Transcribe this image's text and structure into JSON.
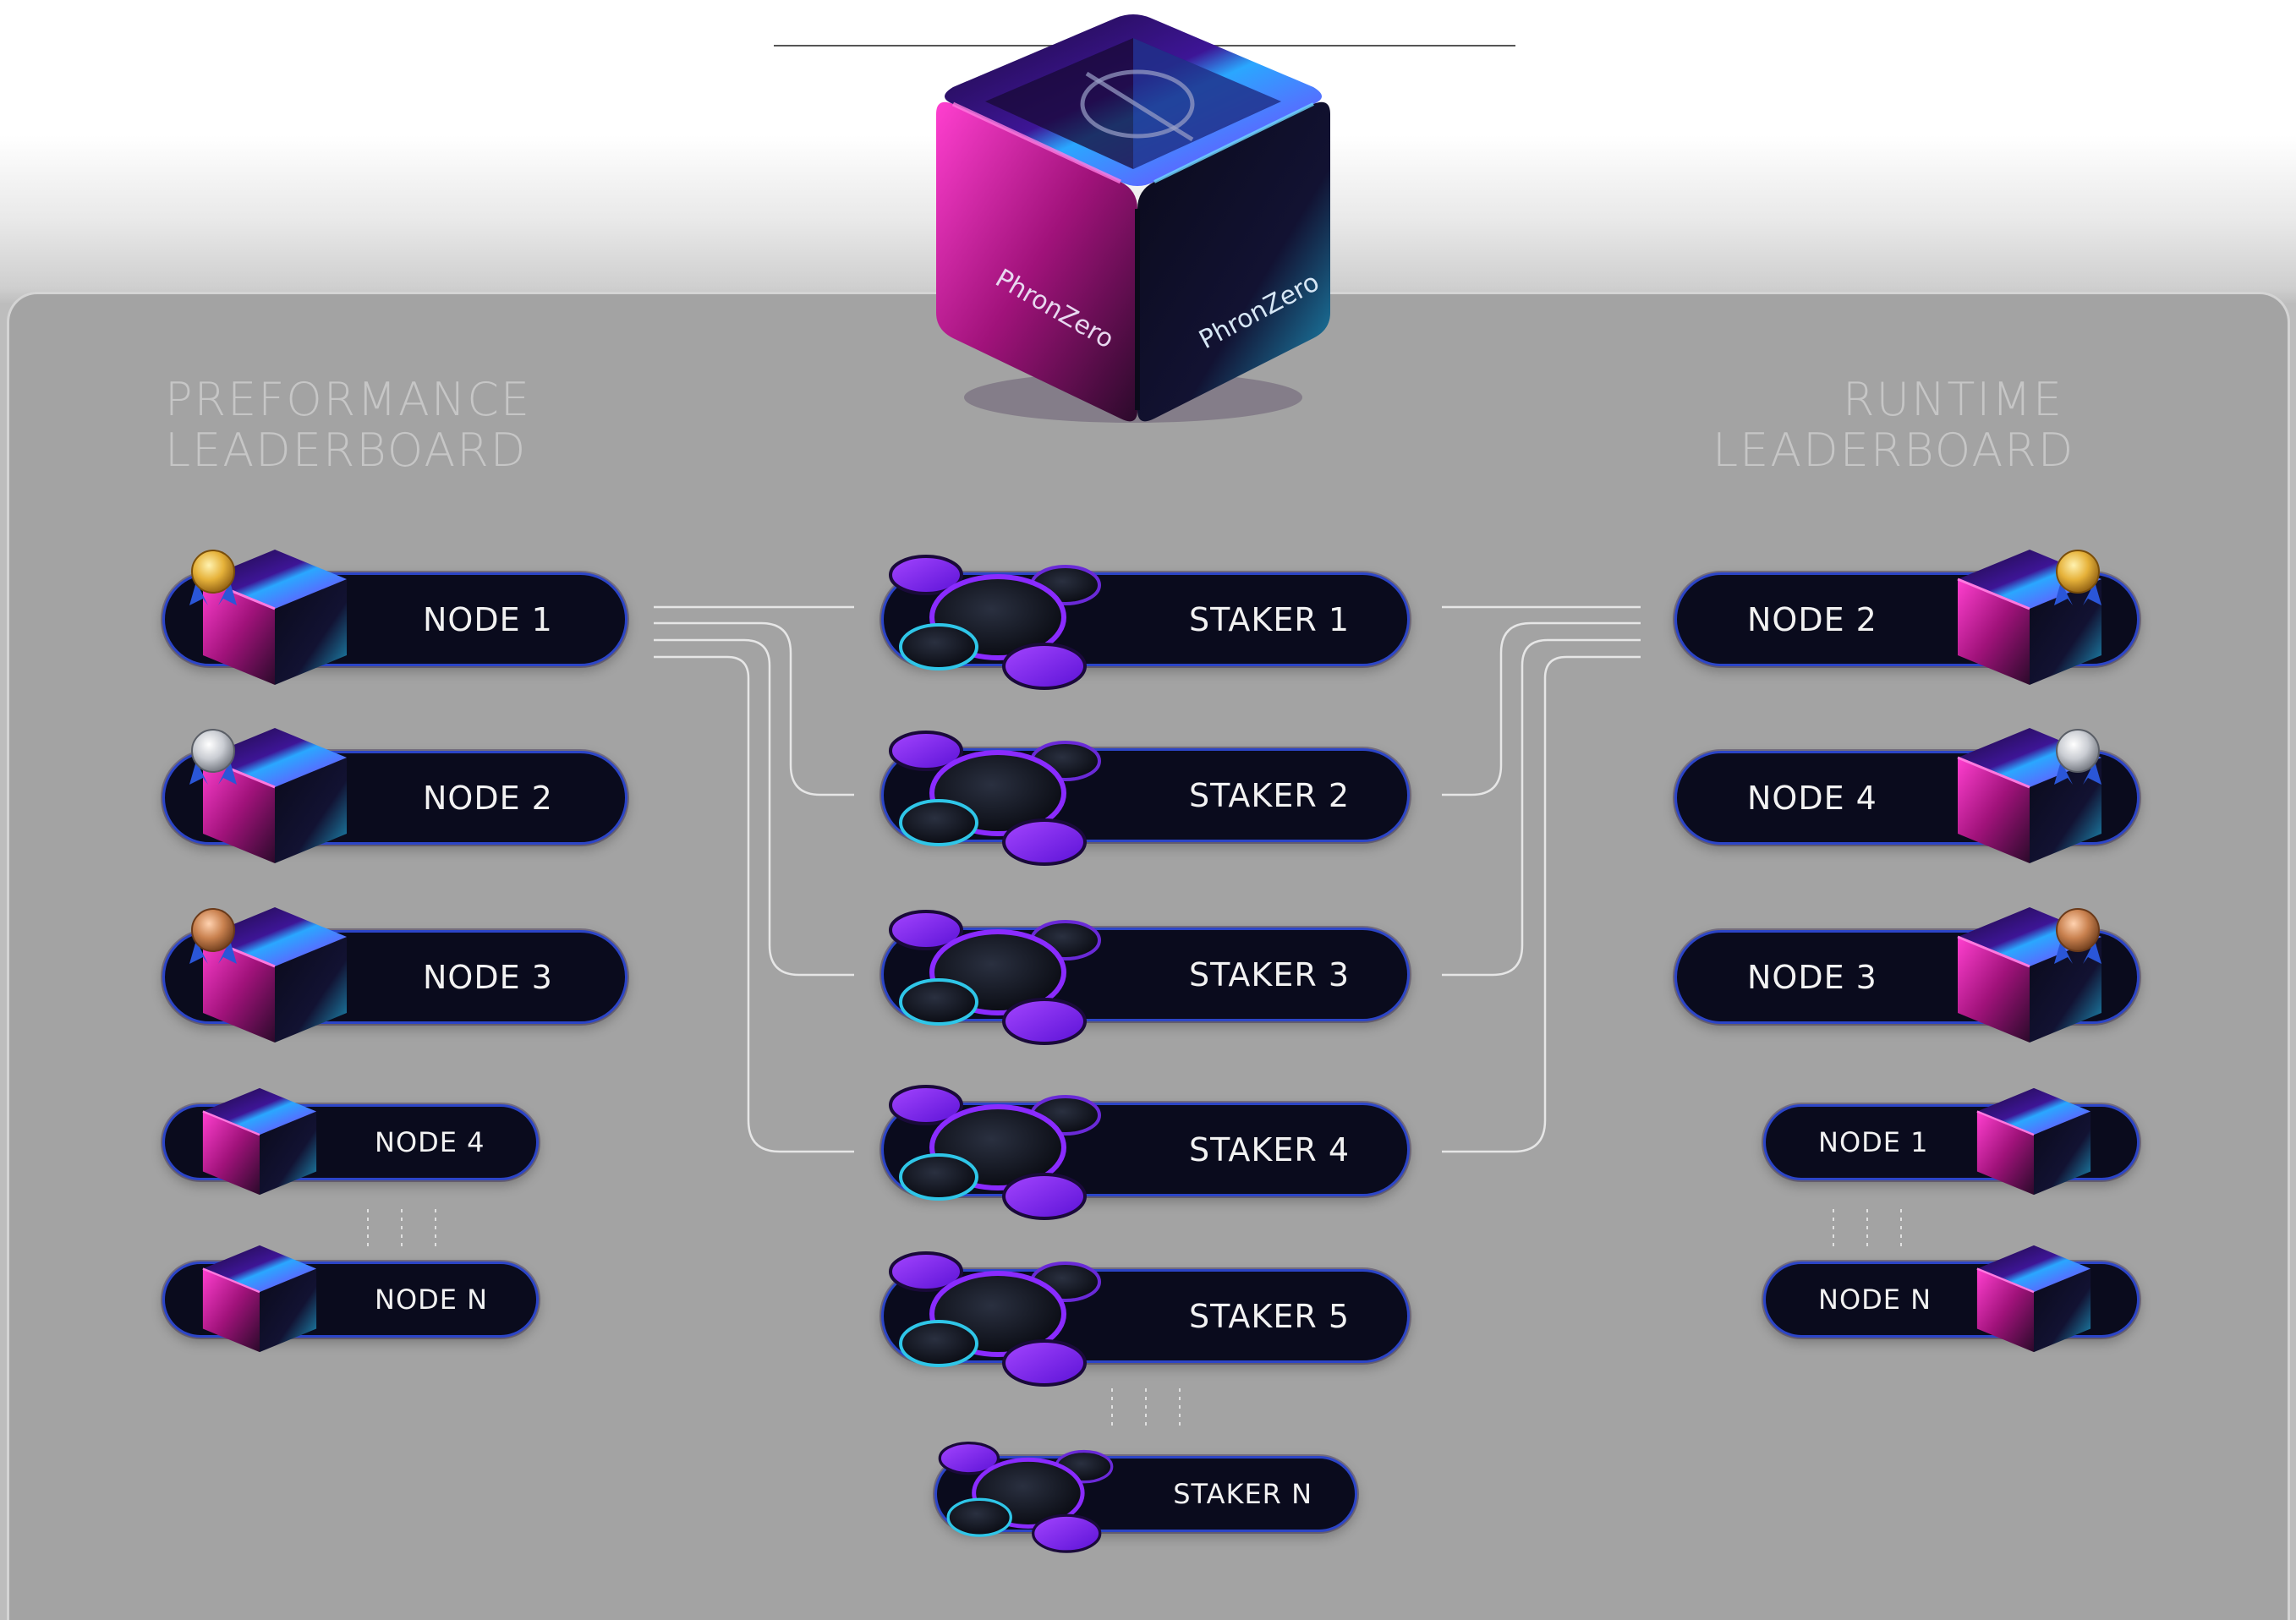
{
  "hero": {
    "brand_left": "PhronZero",
    "brand_right": "PhronZero"
  },
  "performance_leaderboard": {
    "title_line1": "PREFORMANCE",
    "title_line2": "LEADERBOARD",
    "nodes": [
      {
        "label": "NODE 1",
        "medal": "gold"
      },
      {
        "label": "NODE 2",
        "medal": "silver"
      },
      {
        "label": "NODE 3",
        "medal": "bronze"
      },
      {
        "label": "NODE 4"
      },
      {
        "label": "NODE N"
      }
    ]
  },
  "stakers": [
    {
      "label": "STAKER 1"
    },
    {
      "label": "STAKER 2"
    },
    {
      "label": "STAKER 3"
    },
    {
      "label": "STAKER 4"
    },
    {
      "label": "STAKER 5"
    },
    {
      "label": "STAKER N"
    }
  ],
  "runtime_leaderboard": {
    "title_line1": "RUNTIME",
    "title_line2": "LEADERBOARD",
    "nodes": [
      {
        "label": "NODE 2",
        "medal": "gold"
      },
      {
        "label": "NODE 4",
        "medal": "silver"
      },
      {
        "label": "NODE 3",
        "medal": "bronze"
      },
      {
        "label": "NODE 1"
      },
      {
        "label": "NODE N"
      }
    ]
  },
  "colors": {
    "panel": "#a3a3a3",
    "pill": "#0a0b1d",
    "pill_border": "#2c45c7",
    "heading": "#c6c6c6",
    "magenta": "#c0199a",
    "purple": "#7a2cf0",
    "cyan": "#2fc6e8",
    "gold": "#e6b23a",
    "silver": "#c9ccd2",
    "bronze": "#c9814f"
  }
}
